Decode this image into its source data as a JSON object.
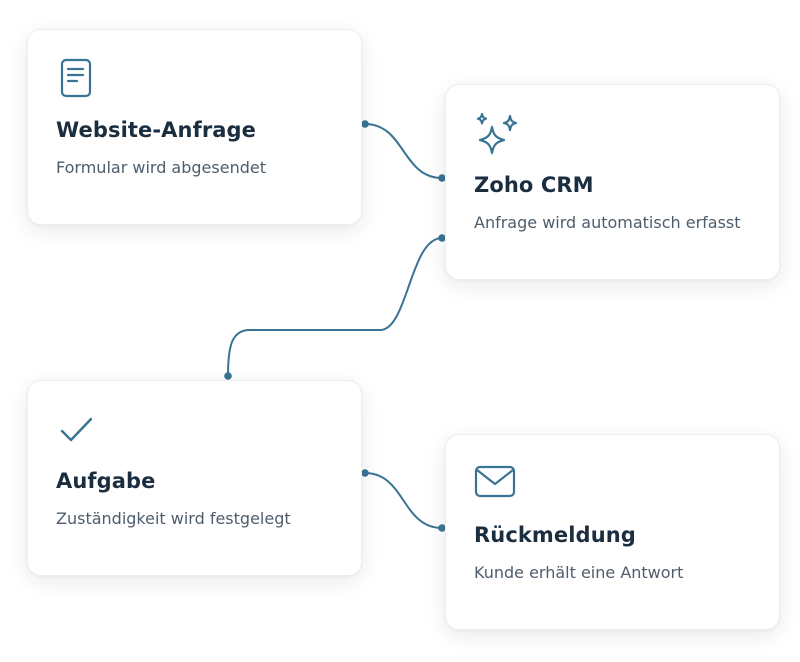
{
  "colors": {
    "accent": "#3a7494",
    "title": "#1b2e40",
    "text": "#4e5d6c",
    "card_background": "#ffffff"
  },
  "cards": [
    {
      "icon": "document-icon",
      "title": "Website-Anfrage",
      "description": "Formular wird abgesendet"
    },
    {
      "icon": "sparkles-icon",
      "title": "Zoho CRM",
      "description": "Anfrage wird automatisch erfasst"
    },
    {
      "icon": "checkmark-icon",
      "title": "Aufgabe",
      "description": "Zuständigkeit wird festgelegt"
    },
    {
      "icon": "envelope-icon",
      "title": "Rückmeldung",
      "description": "Kunde erhält eine Antwort"
    }
  ],
  "connections": [
    {
      "from": "Website-Anfrage",
      "to": "Zoho CRM"
    },
    {
      "from": "Zoho CRM",
      "to": "Aufgabe"
    },
    {
      "from": "Aufgabe",
      "to": "Rückmeldung"
    }
  ]
}
